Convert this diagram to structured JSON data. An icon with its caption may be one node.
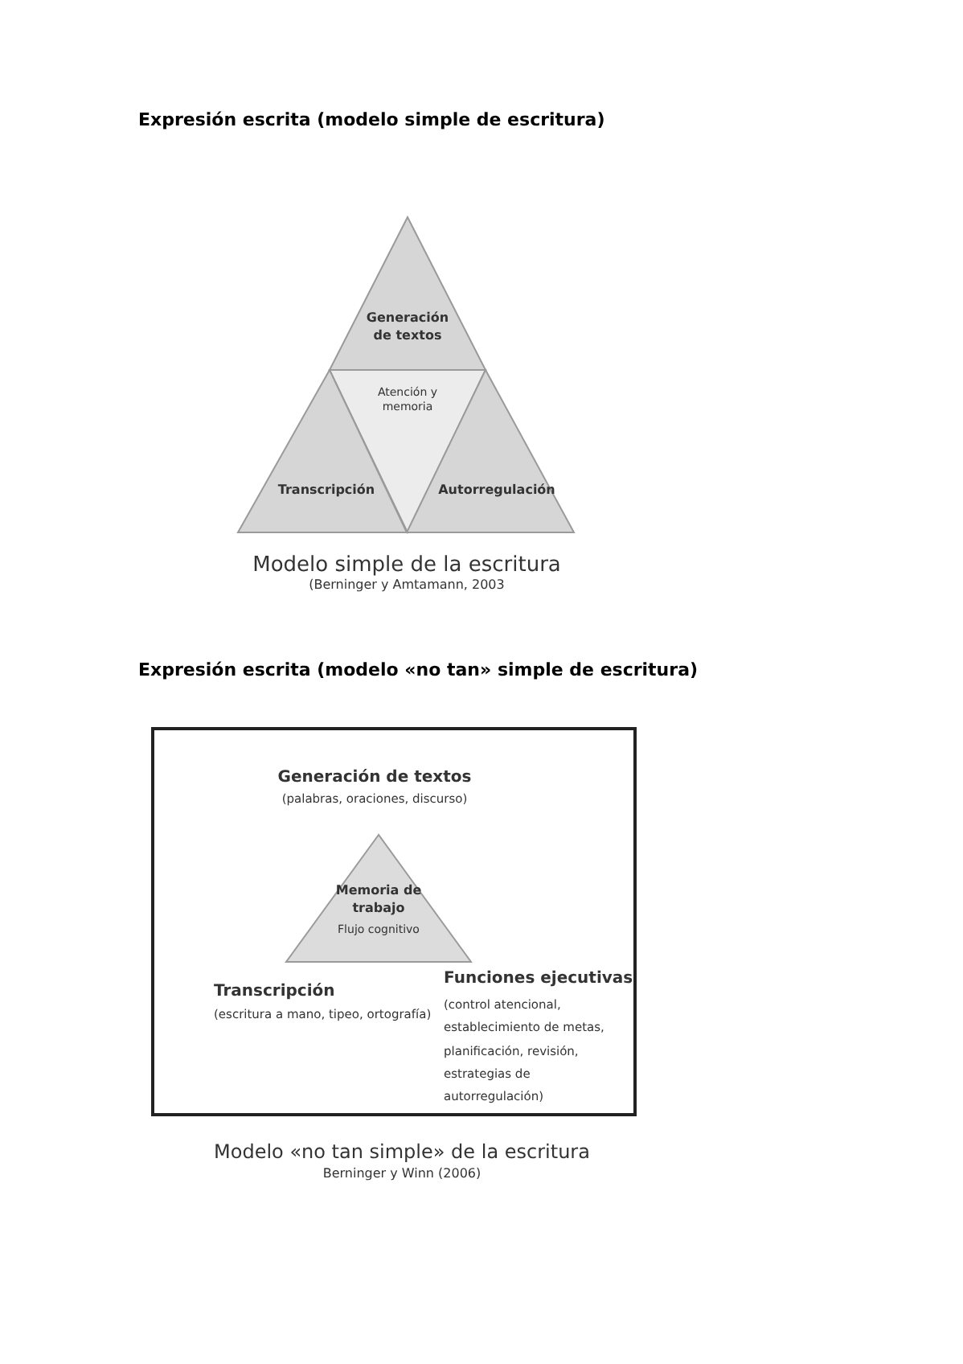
{
  "diagram": {
    "nodes": [
      {
        "text": [
          "Generación de textos"
        ]
      },
      {
        "text": [
          "Atención y memoria"
        ]
      },
      {
        "text": [
          "Transcripción"
        ]
      },
      {
        "text": [
          "Autorregulación"
        ]
      },
      {
        "text": [],
        "shape": "box"
      },
      {
        "text": [
          "Memoria de trabajo",
          "Flujo cognitivo"
        ],
        "in": 4
      }
    ],
    "edges": [],
    "labels": [
      "Expresión escrita (modelo simple de escritura)",
      "Modelo simple de la escritura",
      "(Berninger y Amtamann, 2003",
      "Expresión escrita (modelo «no tan» simple de escritura)",
      "Generación de textos",
      "(palabras, oraciones, discurso)",
      "Transcripción",
      "(escritura a mano, tipeo, ortografía)",
      "Funciones ejecutivas",
      "(control atencional, establecimiento de metas, planificación, revisión, estrategias de autorregulación)",
      "Modelo «no tan simple» de la escritura",
      "Berninger y Winn (2006)"
    ]
  }
}
